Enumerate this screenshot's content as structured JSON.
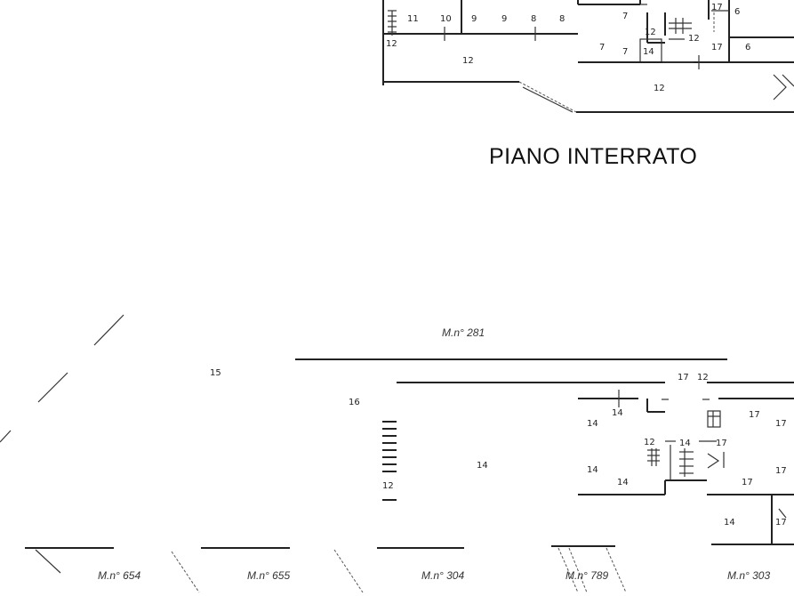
{
  "title": "PIANO INTERRATO",
  "upper_labels": [
    "11",
    "10",
    "9",
    "9",
    "8",
    "8",
    "7",
    "12",
    "17",
    "6",
    "12",
    "7",
    "7",
    "14",
    "12",
    "17",
    "6",
    "12",
    "12"
  ],
  "parcels": [
    "M.n° 281",
    "M.n° 654",
    "M.n° 655",
    "M.n° 304",
    "M.n° 789",
    "M.n° 303"
  ],
  "lower_labels": [
    "15",
    "16",
    "12",
    "14",
    "14",
    "14",
    "14",
    "12",
    "17",
    "14",
    "14",
    "17",
    "17",
    "17",
    "17",
    "17",
    "14",
    "12",
    "17"
  ]
}
